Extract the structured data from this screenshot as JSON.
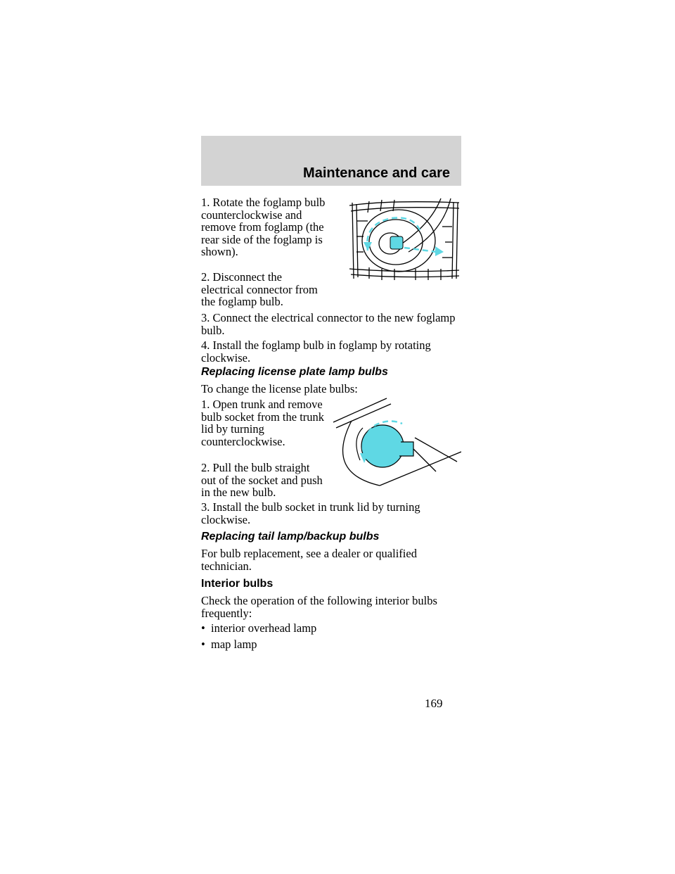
{
  "header": {
    "title": "Maintenance and care"
  },
  "foglamp": {
    "step1": "1. Rotate the foglamp bulb counterclockwise and remove from foglamp (the rear side of the foglamp is shown).",
    "step2": "2. Disconnect the electrical connector from the foglamp bulb.",
    "step3": "3. Connect the electrical connector to the new foglamp bulb.",
    "step4": "4. Install the foglamp bulb in foglamp by rotating clockwise."
  },
  "license_plate": {
    "heading": "Replacing license plate lamp bulbs",
    "intro": "To change the license plate bulbs:",
    "step1": "1. Open trunk and remove bulb socket from the trunk lid by turning counterclockwise.",
    "step2": "2. Pull the bulb straight out of the socket and push in the new bulb.",
    "step3": "3. Install the bulb socket in trunk lid by turning clockwise."
  },
  "tail_lamp": {
    "heading": "Replacing tail lamp/backup bulbs",
    "text": "For bulb replacement, see a dealer or qualified technician."
  },
  "interior": {
    "heading": "Interior bulbs",
    "intro": "Check the operation of the following interior bulbs frequently:",
    "bullets": [
      "interior overhead lamp",
      "map lamp"
    ]
  },
  "page_number": "169",
  "colors": {
    "header_band": "#d3d3d3",
    "accent_cyan": "#5fd8e4"
  }
}
